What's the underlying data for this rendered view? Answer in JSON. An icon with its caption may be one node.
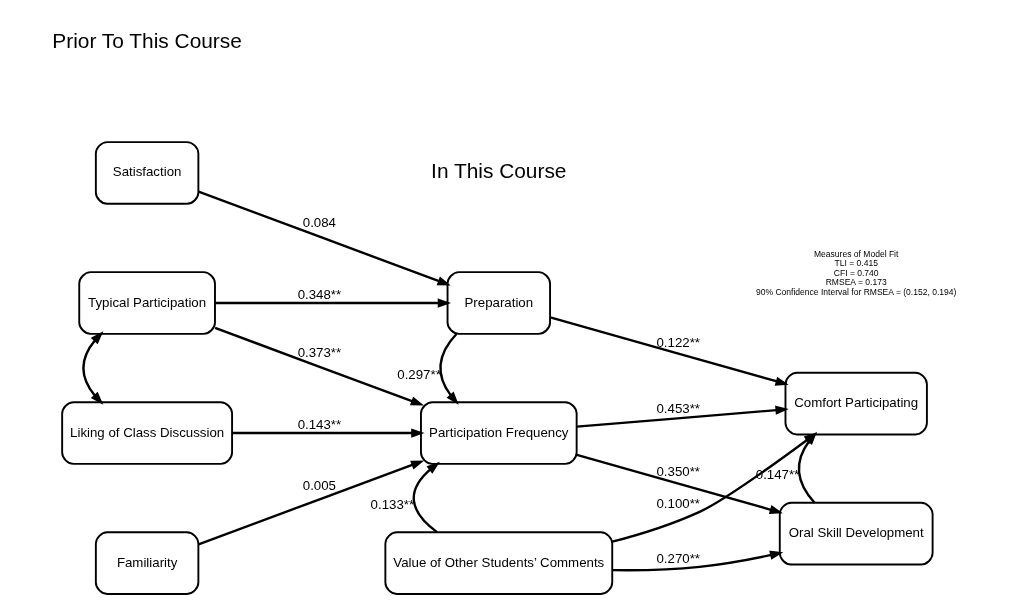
{
  "diagram": {
    "nodes": [
      {
        "text": [
          "Satisfaction"
        ]
      },
      {
        "text": [
          "Typical Participation"
        ]
      },
      {
        "text": [
          "Liking of Class Discussion"
        ]
      },
      {
        "text": [
          "Familiarity"
        ]
      },
      {
        "text": [
          "Preparation"
        ]
      },
      {
        "text": [
          "Participation Frequency"
        ]
      },
      {
        "text": [
          "Value of Other Students’ Comments"
        ]
      },
      {
        "text": [
          "Comfort Participating"
        ]
      },
      {
        "text": [
          "Oral Skill Development"
        ]
      }
    ],
    "edges": [
      {
        "from": 0,
        "to": 4,
        "arrow": "to",
        "label": "0.084"
      },
      {
        "from": 1,
        "to": 4,
        "arrow": "to",
        "label": "0.348**"
      },
      {
        "from": 1,
        "to": 5,
        "arrow": "to",
        "label": "0.373**"
      },
      {
        "from": 1,
        "to": 2,
        "arrow": "both"
      },
      {
        "from": 2,
        "to": 5,
        "arrow": "to",
        "label": "0.143**"
      },
      {
        "from": 3,
        "to": 5,
        "arrow": "to",
        "label": "0.005"
      },
      {
        "from": 4,
        "to": 5,
        "arrow": "to",
        "label": "0.297**"
      },
      {
        "from": 4,
        "to": 7,
        "arrow": "to",
        "label": "0.122**"
      },
      {
        "from": 5,
        "to": 7,
        "arrow": "to",
        "label": "0.453**"
      },
      {
        "from": 5,
        "to": 8,
        "arrow": "to",
        "label": "0.350**"
      },
      {
        "from": 6,
        "to": 5,
        "arrow": "to",
        "label": "0.133**"
      },
      {
        "from": 6,
        "to": 7,
        "arrow": "to",
        "label": "0.100**"
      },
      {
        "from": 6,
        "to": 8,
        "arrow": "to",
        "label": "0.270**"
      },
      {
        "from": 8,
        "to": 7,
        "arrow": "to",
        "label": "0.147**"
      }
    ],
    "labels": [
      "Prior To This Course",
      "In This Course",
      "Measures of Model Fit",
      "TLI = 0.415",
      "CFI = 0.740",
      "RMSEA = 0.173",
      "90% Confidence Interval for RMSEA = (0.152, 0.194)"
    ]
  }
}
